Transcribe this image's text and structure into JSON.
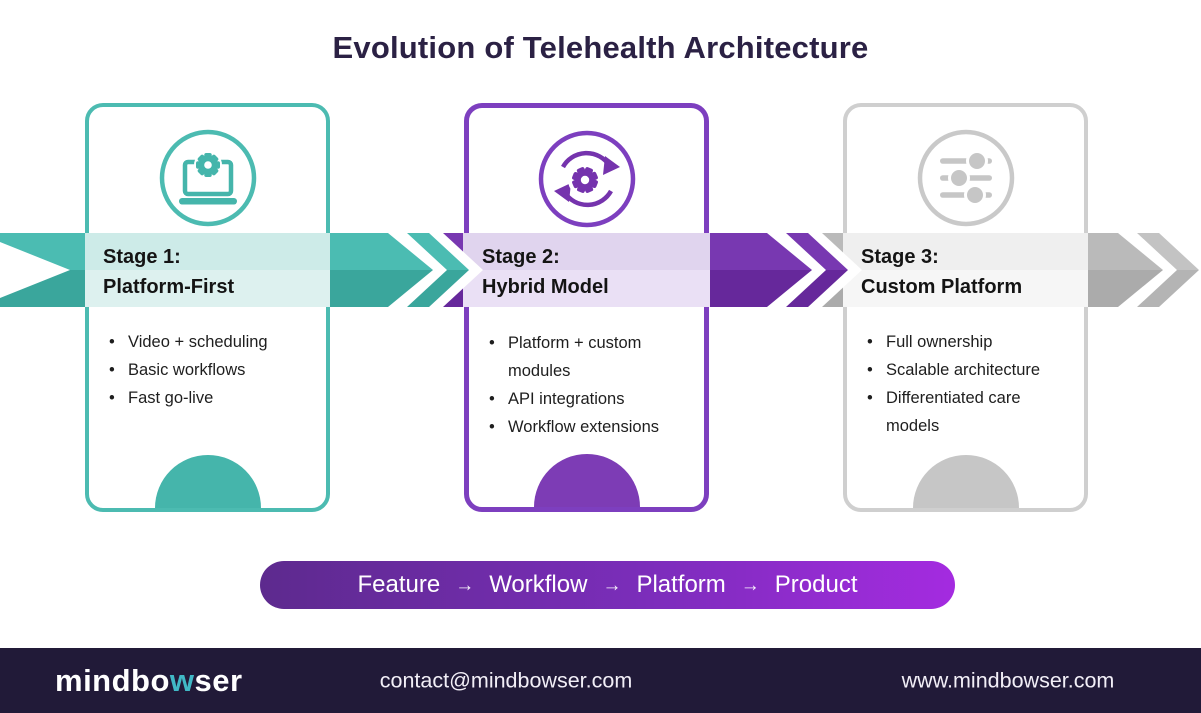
{
  "title": "Evolution of Telehealth Architecture",
  "title_color": "#2B2144",
  "stages": [
    {
      "label": "Stage 1:",
      "name": "Platform-First",
      "bullets": [
        "Video + scheduling",
        "Basic workflows",
        "Fast go-live"
      ],
      "icon": "laptop-gear-icon",
      "color": "#45B5AB",
      "color_dark": "#3AA69C",
      "tint": "#D5EEEC"
    },
    {
      "label": "Stage 2:",
      "name": "Hybrid Model",
      "bullets": [
        "Platform + custom modules",
        "API integrations",
        "Workflow extensions"
      ],
      "icon": "sync-gear-icon",
      "color": "#7533AD",
      "color_dark": "#66289B",
      "tint": "#E3D9F0"
    },
    {
      "label": "Stage 3:",
      "name": "Custom Platform",
      "bullets": [
        "Full ownership",
        "Scalable architecture",
        "Differentiated care models"
      ],
      "icon": "sliders-icon",
      "color": "#B7B7B7",
      "color_dark": "#A9A9A9",
      "tint": "#F1F1F1"
    }
  ],
  "progression": {
    "items": [
      "Feature",
      "Workflow",
      "Platform",
      "Product"
    ],
    "separator": "→",
    "gradient_from": "#5D2A8E",
    "gradient_to": "#A42BE0"
  },
  "footer": {
    "logo": {
      "prefix": "mindbo",
      "accent": "w",
      "suffix": "ser",
      "accent_color": "#41B9C6"
    },
    "email": "contact@mindbowser.com",
    "website": "www.mindbowser.com",
    "background": "#211A38"
  }
}
